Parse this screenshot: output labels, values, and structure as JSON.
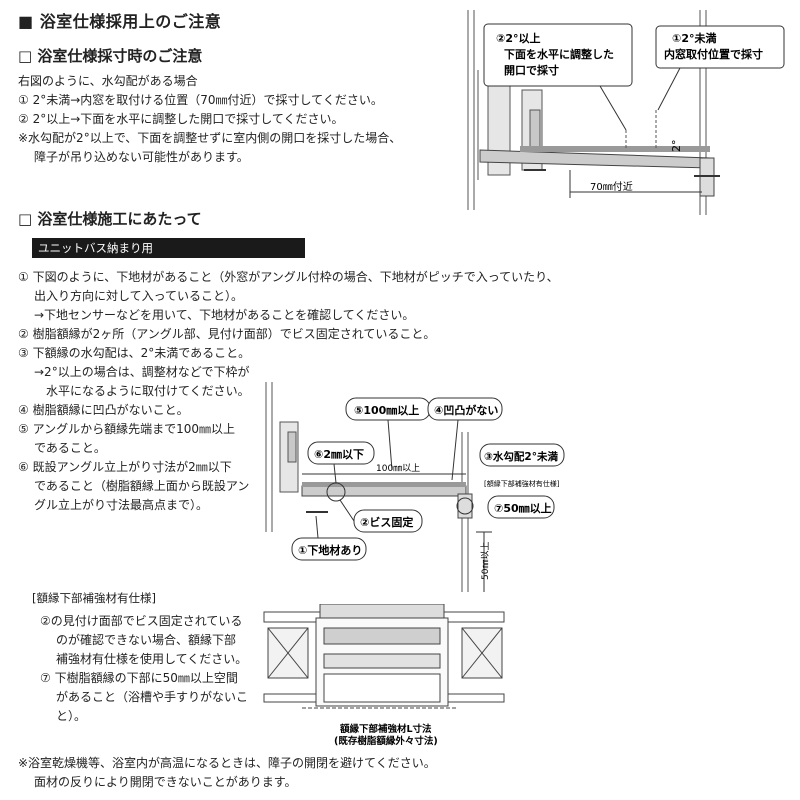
{
  "title": "■ 浴室仕様採用上のご注意",
  "section1": {
    "heading": "□ 浴室仕様採寸時のご注意",
    "lines": [
      "右図のように、水勾配がある場合",
      "① 2°未満→内窓を取付ける位置（70㎜付近）で採寸してください。",
      "② 2°以上→下面を水平に調整した開口で採寸してください。",
      "※水勾配が2°以上で、下面を調整せずに室内側の開口を採寸した場合、",
      "障子が吊り込めない可能性があります。"
    ]
  },
  "diagram1": {
    "callout1": [
      "②2°以上",
      "下面を水平に調整した",
      "開口で採寸"
    ],
    "callout2": [
      "①2°未満",
      "内窓取付位置で採寸"
    ],
    "angle": "2°",
    "dim": "70㎜付近"
  },
  "section2": {
    "heading": "□ 浴室仕様施工にあたって",
    "tag": "ユニットバス納まり用",
    "lines": [
      "① 下図のように、下地材があること（外窓がアングル付枠の場合、下地材がピッチで入っていたり、",
      "出入り方向に対して入っていること）。",
      "→下地センサーなどを用いて、下地材があることを確認してください。",
      "② 樹脂額縁が2ヶ所（アングル部、見付け面部）でビス固定されていること。",
      "③ 下額縁の水勾配は、2°未満であること。",
      "→2°以上の場合は、調整材などで下枠が",
      "水平になるように取付けてください。",
      "④ 樹脂額縁に凹凸がないこと。",
      "⑤ アングルから額縁先端まで100㎜以上",
      "であること。",
      "⑥ 既設アングル立上がり寸法が2㎜以下",
      "であること（樹脂額縁上面から既設アン",
      "グル立上がり寸法最高点まで）。"
    ]
  },
  "diagram2": {
    "c5": "⑤100㎜以上",
    "c4": "④凹凸がない",
    "c6": "⑥2㎜以下",
    "dim100": "100㎜以上",
    "c3": "③水勾配2°未満",
    "note": "[額縁下部補強材有仕様]",
    "c7": "⑦50㎜以上",
    "c2": "②ビス固定",
    "c1": "①下地材あり",
    "dim50": "50㎜以上"
  },
  "section3": {
    "heading": "[額縁下部補強材有仕様]",
    "lines": [
      "②の見付け面部でビス固定されている",
      "のが確認できない場合、額縁下部",
      "補強材有仕様を使用してください。",
      "⑦ 下樹脂額縁の下部に50㎜以上空間",
      "があること（浴槽や手すりがないこ",
      "と）。"
    ]
  },
  "diagram3": {
    "caption": [
      "額縁下部補強材L寸法",
      "(既存樹脂額縁外々寸法)"
    ]
  },
  "footer": [
    "※浴室乾燥機等、浴室内が高温になるときは、障子の開閉を避けてください。",
    "面材の反りにより開閉できないことがあります。"
  ]
}
